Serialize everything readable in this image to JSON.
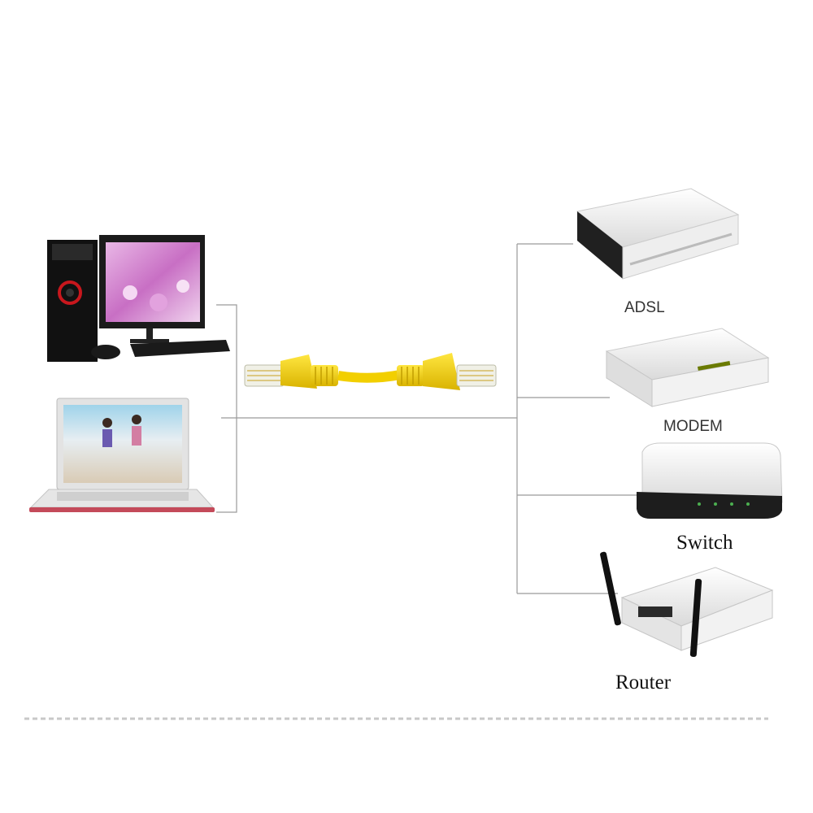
{
  "diagram": {
    "left_devices": [
      {
        "name": "desktop-computer",
        "icon": "desktop-computer-icon"
      },
      {
        "name": "laptop",
        "icon": "laptop-icon"
      }
    ],
    "cable": {
      "icon": "ethernet-cable-icon",
      "color": "#f2cf00"
    },
    "right_devices": [
      {
        "label": "ADSL",
        "icon": "adsl-device-icon"
      },
      {
        "label": "MODEM",
        "icon": "modem-icon"
      },
      {
        "label": "Switch",
        "icon": "network-switch-icon"
      },
      {
        "label": "Router",
        "icon": "wireless-router-icon"
      }
    ],
    "colors": {
      "connector_line": "#9a9a9a",
      "divider": "#c8c8c8"
    }
  }
}
